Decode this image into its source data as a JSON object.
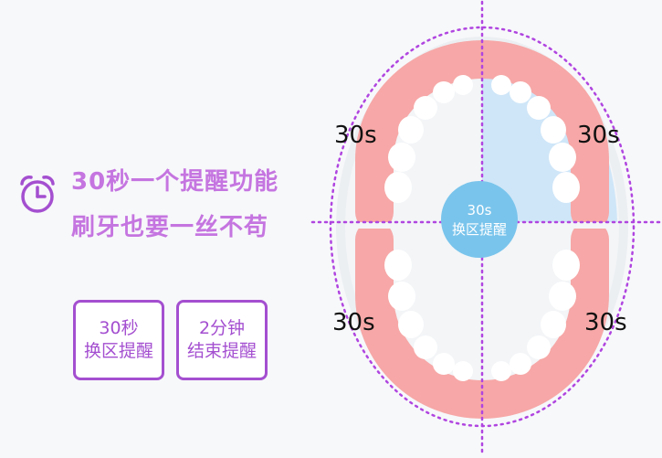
{
  "headline": {
    "line1": "30秒一个提醒功能",
    "line2": "刷牙也要一丝不苟"
  },
  "features": [
    {
      "line1": "30秒",
      "line2": "换区提醒"
    },
    {
      "line1": "2分钟",
      "line2": "结束提醒"
    }
  ],
  "diagram": {
    "center_line1": "30s",
    "center_line2": "换区提醒",
    "quadrants": {
      "upper_left": "30s",
      "upper_right": "30s",
      "lower_left": "30s",
      "lower_right": "30s"
    }
  },
  "colors": {
    "accent_purple": "#a44fd0",
    "headline_purple": "#c575e0",
    "gum_pink": "#f7a7a7",
    "highlight_blue": "#cfe6f8",
    "center_blue": "#79c4ec",
    "dotted_line": "#b045e0"
  },
  "icons": {
    "alarm": "alarm-clock-icon"
  }
}
